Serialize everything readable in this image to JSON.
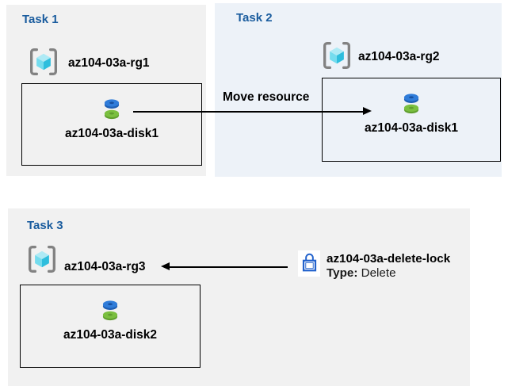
{
  "diagram": {
    "tasks": [
      {
        "title": "Task 1",
        "resource_group": {
          "label": "az104-03a-rg1",
          "icon": "resource-group-icon"
        },
        "resource": {
          "label": "az104-03a-disk1",
          "icon": "disk-icon"
        }
      },
      {
        "title": "Task 2",
        "resource_group": {
          "label": "az104-03a-rg2",
          "icon": "resource-group-icon"
        },
        "resource": {
          "label": "az104-03a-disk1",
          "icon": "disk-icon"
        }
      },
      {
        "title": "Task 3",
        "resource_group": {
          "label": "az104-03a-rg3",
          "icon": "resource-group-icon"
        },
        "resource": {
          "label": "az104-03a-disk2",
          "icon": "disk-icon"
        }
      }
    ],
    "move_arrow": {
      "label": "Move resource"
    },
    "lock": {
      "name": "az104-03a-delete-lock",
      "type_label": "Type:",
      "type_value": "Delete",
      "icon": "lock-icon"
    },
    "colors": {
      "task_title_blue": "#1a5c9e",
      "panel_gray": "#f1f1f1",
      "panel_light_blue": "#edf2f8",
      "lock_blue": "#2262cc",
      "cube_cyan_light": "#aeeaf5",
      "cube_cyan_mid": "#74dcee",
      "cube_cyan_dark": "#2ebedd",
      "bracket_gray": "#828282",
      "disk_blue_top": "#2f7cd9",
      "disk_blue_side": "#1f5fb4",
      "disk_green_top": "#7abf3f",
      "disk_green_side": "#5f9e2e",
      "arrow_black": "#000000"
    }
  }
}
